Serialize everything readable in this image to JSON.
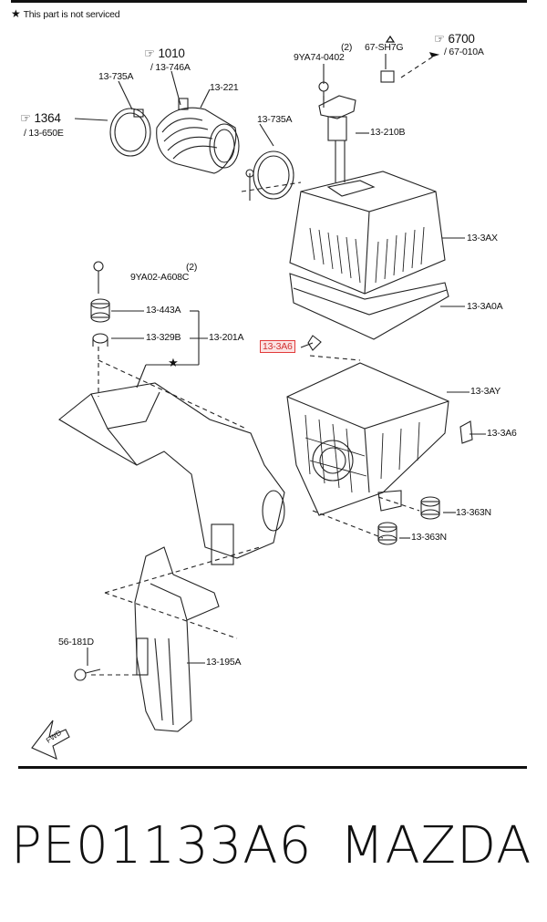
{
  "note": "This part is not serviced",
  "labels": {
    "p1": "13-735A",
    "p2": "1010",
    "p3": "/ 13-746A",
    "p4": "13-221",
    "p5": "1364",
    "p6": "/ 13-650E",
    "p7": "13-735A",
    "p8": "(2)",
    "p9": "9YA74-0402",
    "p10": "67-SH7G",
    "p11": "6700",
    "p12": "/ 67-010A",
    "p13": "13-210B",
    "p14": "13-3AX",
    "p15": "(2)",
    "p16": "9YA02-A608C",
    "p17": "13-3A0A",
    "p18": "13-443A",
    "p19": "13-329B",
    "p20": "13-201A",
    "p21": "13-3A6",
    "p22": "13-3AY",
    "p23": "13-3A6",
    "p24": "13-363N",
    "p25": "13-363N",
    "p26": "56-181D",
    "p27": "13-195A",
    "fwd": "FWD"
  },
  "footer": {
    "part_number": "PE01133A6",
    "brand": "MAZDA"
  },
  "colors": {
    "highlight_border": "#e23b3b",
    "highlight_fill": "#fbe3e3",
    "line": "#111111"
  }
}
